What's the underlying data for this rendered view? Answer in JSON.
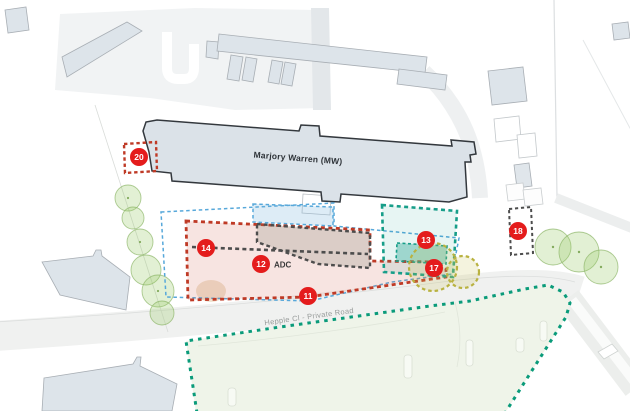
{
  "plan": {
    "building_label": "Marjory Warren (MW)",
    "adc_label": "ADC",
    "road_label": "Hepple Cl - Private Road"
  },
  "markers": [
    {
      "number": "11"
    },
    {
      "number": "12"
    },
    {
      "number": "13"
    },
    {
      "number": "14"
    },
    {
      "number": "17"
    },
    {
      "number": "18"
    },
    {
      "number": "20"
    }
  ],
  "colors": {
    "marker_red": "#e41c1c",
    "red_zone_stroke": "#bf3a26",
    "red_zone_fill": "rgba(205,85,70,0.16)",
    "dark_dash": "#4d4d4d",
    "blue_dash": "#57a8da",
    "light_blue_fill": "rgba(120,180,220,0.25)",
    "teal_dash": "#179e89",
    "teal_fill": "rgba(23,158,137,0.10)",
    "olive_dash": "#b9b240",
    "green_boundary": "#0a9b7a",
    "field_fill": "#eff4e9",
    "tree_stroke": "#8bb566",
    "tree_fill": "rgba(150,200,100,0.28)",
    "building_fill": "#dbe2e8",
    "building_stroke": "#9aa2a9",
    "main_building_stroke": "#33383d",
    "road_gray": "#f0f1f0"
  }
}
